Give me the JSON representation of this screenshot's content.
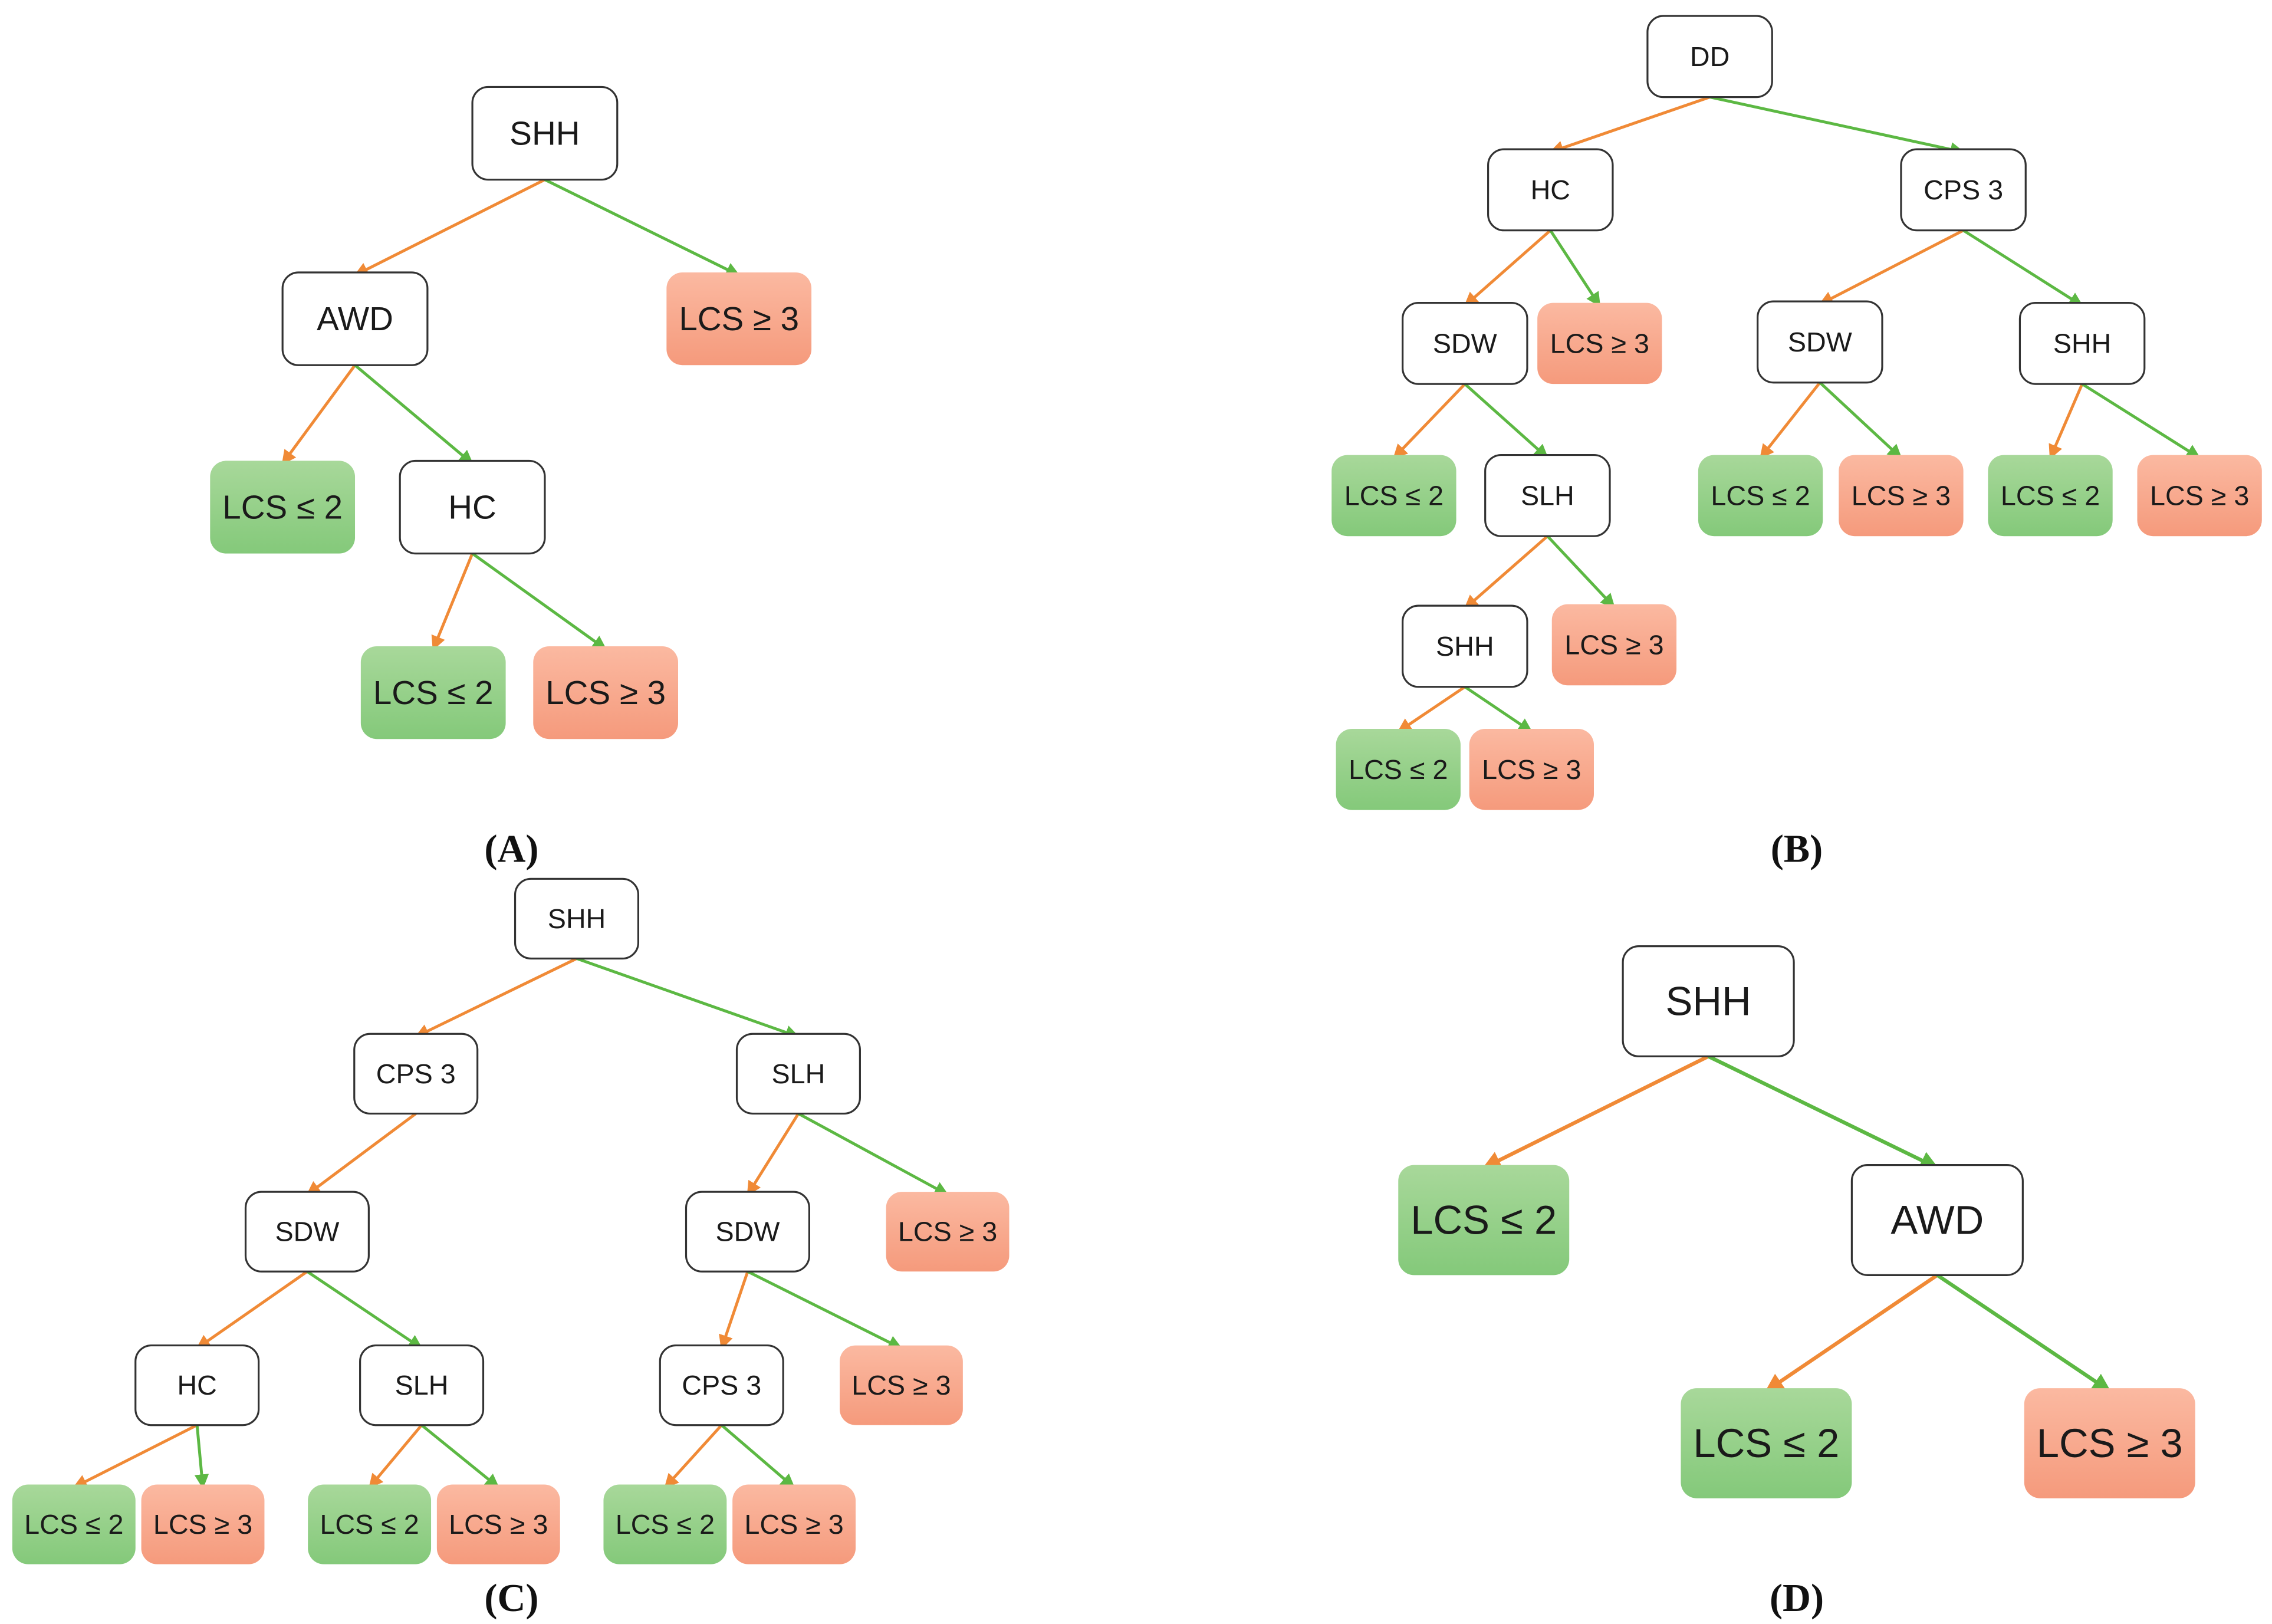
{
  "colors": {
    "decision_fill": "#ffffff",
    "decision_stroke": "#333333",
    "low_top": "#a8d89a",
    "low_bottom": "#84c97a",
    "high_top": "#fbb9a1",
    "high_bottom": "#f59a7c",
    "edge_left": "#f08a36",
    "edge_right": "#5cb843"
  },
  "panels": [
    {
      "label": "(A)",
      "nodes": [
        {
          "id": "a1",
          "text": "SHH",
          "kind": "decision"
        },
        {
          "id": "a2",
          "text": "AWD",
          "kind": "decision"
        },
        {
          "id": "a3",
          "text": "LCS ≥ 3",
          "kind": "high"
        },
        {
          "id": "a4",
          "text": "LCS ≤ 2",
          "kind": "low"
        },
        {
          "id": "a5",
          "text": "HC",
          "kind": "decision"
        },
        {
          "id": "a6",
          "text": "LCS ≤ 2",
          "kind": "low"
        },
        {
          "id": "a7",
          "text": "LCS ≥ 3",
          "kind": "high"
        }
      ],
      "edges": [
        [
          "a1",
          "a2",
          "left"
        ],
        [
          "a1",
          "a3",
          "right"
        ],
        [
          "a2",
          "a4",
          "left"
        ],
        [
          "a2",
          "a5",
          "right"
        ],
        [
          "a5",
          "a6",
          "left"
        ],
        [
          "a5",
          "a7",
          "right"
        ]
      ]
    },
    {
      "label": "(B)",
      "nodes": [
        {
          "id": "b1",
          "text": "DD",
          "kind": "decision"
        },
        {
          "id": "b2",
          "text": "HC",
          "kind": "decision"
        },
        {
          "id": "b3",
          "text": "CPS 3",
          "kind": "decision"
        },
        {
          "id": "b4",
          "text": "SDW",
          "kind": "decision"
        },
        {
          "id": "b5",
          "text": "LCS ≥ 3",
          "kind": "high"
        },
        {
          "id": "b6",
          "text": "SDW",
          "kind": "decision"
        },
        {
          "id": "b7",
          "text": "SHH",
          "kind": "decision"
        },
        {
          "id": "b8",
          "text": "LCS ≤ 2",
          "kind": "low"
        },
        {
          "id": "b9",
          "text": "SLH",
          "kind": "decision"
        },
        {
          "id": "b10",
          "text": "LCS ≤ 2",
          "kind": "low"
        },
        {
          "id": "b11",
          "text": "LCS ≥ 3",
          "kind": "high"
        },
        {
          "id": "b12",
          "text": "LCS ≤ 2",
          "kind": "low"
        },
        {
          "id": "b13",
          "text": "LCS ≥ 3",
          "kind": "high"
        },
        {
          "id": "b14",
          "text": "SHH",
          "kind": "decision"
        },
        {
          "id": "b15",
          "text": "LCS ≥ 3",
          "kind": "high"
        },
        {
          "id": "b16",
          "text": "LCS ≤ 2",
          "kind": "low"
        },
        {
          "id": "b17",
          "text": "LCS ≥ 3",
          "kind": "high"
        }
      ],
      "edges": [
        [
          "b1",
          "b2",
          "left"
        ],
        [
          "b1",
          "b3",
          "right"
        ],
        [
          "b2",
          "b4",
          "left"
        ],
        [
          "b2",
          "b5",
          "right"
        ],
        [
          "b3",
          "b6",
          "left"
        ],
        [
          "b3",
          "b7",
          "right"
        ],
        [
          "b4",
          "b8",
          "left"
        ],
        [
          "b4",
          "b9",
          "right"
        ],
        [
          "b6",
          "b10",
          "left"
        ],
        [
          "b6",
          "b11",
          "right"
        ],
        [
          "b7",
          "b12",
          "left"
        ],
        [
          "b7",
          "b13",
          "right"
        ],
        [
          "b9",
          "b14",
          "left"
        ],
        [
          "b9",
          "b15",
          "right"
        ],
        [
          "b14",
          "b16",
          "left"
        ],
        [
          "b14",
          "b17",
          "right"
        ]
      ]
    },
    {
      "label": "(C)",
      "nodes": [
        {
          "id": "c1",
          "text": "SHH",
          "kind": "decision"
        },
        {
          "id": "c2",
          "text": "CPS 3",
          "kind": "decision"
        },
        {
          "id": "c3",
          "text": "SLH",
          "kind": "decision"
        },
        {
          "id": "c4",
          "text": "SDW",
          "kind": "decision"
        },
        {
          "id": "c5",
          "text": "SDW",
          "kind": "decision"
        },
        {
          "id": "c6",
          "text": "LCS ≥ 3",
          "kind": "high"
        },
        {
          "id": "c7",
          "text": "HC",
          "kind": "decision"
        },
        {
          "id": "c8",
          "text": "SLH",
          "kind": "decision"
        },
        {
          "id": "c9",
          "text": "CPS 3",
          "kind": "decision"
        },
        {
          "id": "c10",
          "text": "LCS ≥ 3",
          "kind": "high"
        },
        {
          "id": "c11",
          "text": "LCS ≤ 2",
          "kind": "low"
        },
        {
          "id": "c12",
          "text": "LCS ≥ 3",
          "kind": "high"
        },
        {
          "id": "c13",
          "text": "LCS ≤ 2",
          "kind": "low"
        },
        {
          "id": "c14",
          "text": "LCS ≥ 3",
          "kind": "high"
        },
        {
          "id": "c15",
          "text": "LCS ≤ 2",
          "kind": "low"
        },
        {
          "id": "c16",
          "text": "LCS ≥ 3",
          "kind": "high"
        }
      ],
      "edges": [
        [
          "c1",
          "c2",
          "left"
        ],
        [
          "c1",
          "c3",
          "right"
        ],
        [
          "c2",
          "c4",
          "left"
        ],
        [
          "c3",
          "c5",
          "left"
        ],
        [
          "c3",
          "c6",
          "right"
        ],
        [
          "c4",
          "c7",
          "left"
        ],
        [
          "c4",
          "c8",
          "right"
        ],
        [
          "c5",
          "c9",
          "left"
        ],
        [
          "c5",
          "c10",
          "right"
        ],
        [
          "c7",
          "c11",
          "left"
        ],
        [
          "c7",
          "c12",
          "right"
        ],
        [
          "c8",
          "c13",
          "left"
        ],
        [
          "c8",
          "c14",
          "right"
        ],
        [
          "c9",
          "c15",
          "left"
        ],
        [
          "c9",
          "c16",
          "right"
        ]
      ]
    },
    {
      "label": "(D)",
      "nodes": [
        {
          "id": "d1",
          "text": "SHH",
          "kind": "decision"
        },
        {
          "id": "d2",
          "text": "LCS ≤ 2",
          "kind": "low"
        },
        {
          "id": "d3",
          "text": "AWD",
          "kind": "decision"
        },
        {
          "id": "d4",
          "text": "LCS ≤ 2",
          "kind": "low"
        },
        {
          "id": "d5",
          "text": "LCS ≥ 3",
          "kind": "high"
        }
      ],
      "edges": [
        [
          "d1",
          "d2",
          "left"
        ],
        [
          "d1",
          "d3",
          "right"
        ],
        [
          "d3",
          "d4",
          "left"
        ],
        [
          "d3",
          "d5",
          "right"
        ]
      ]
    }
  ]
}
